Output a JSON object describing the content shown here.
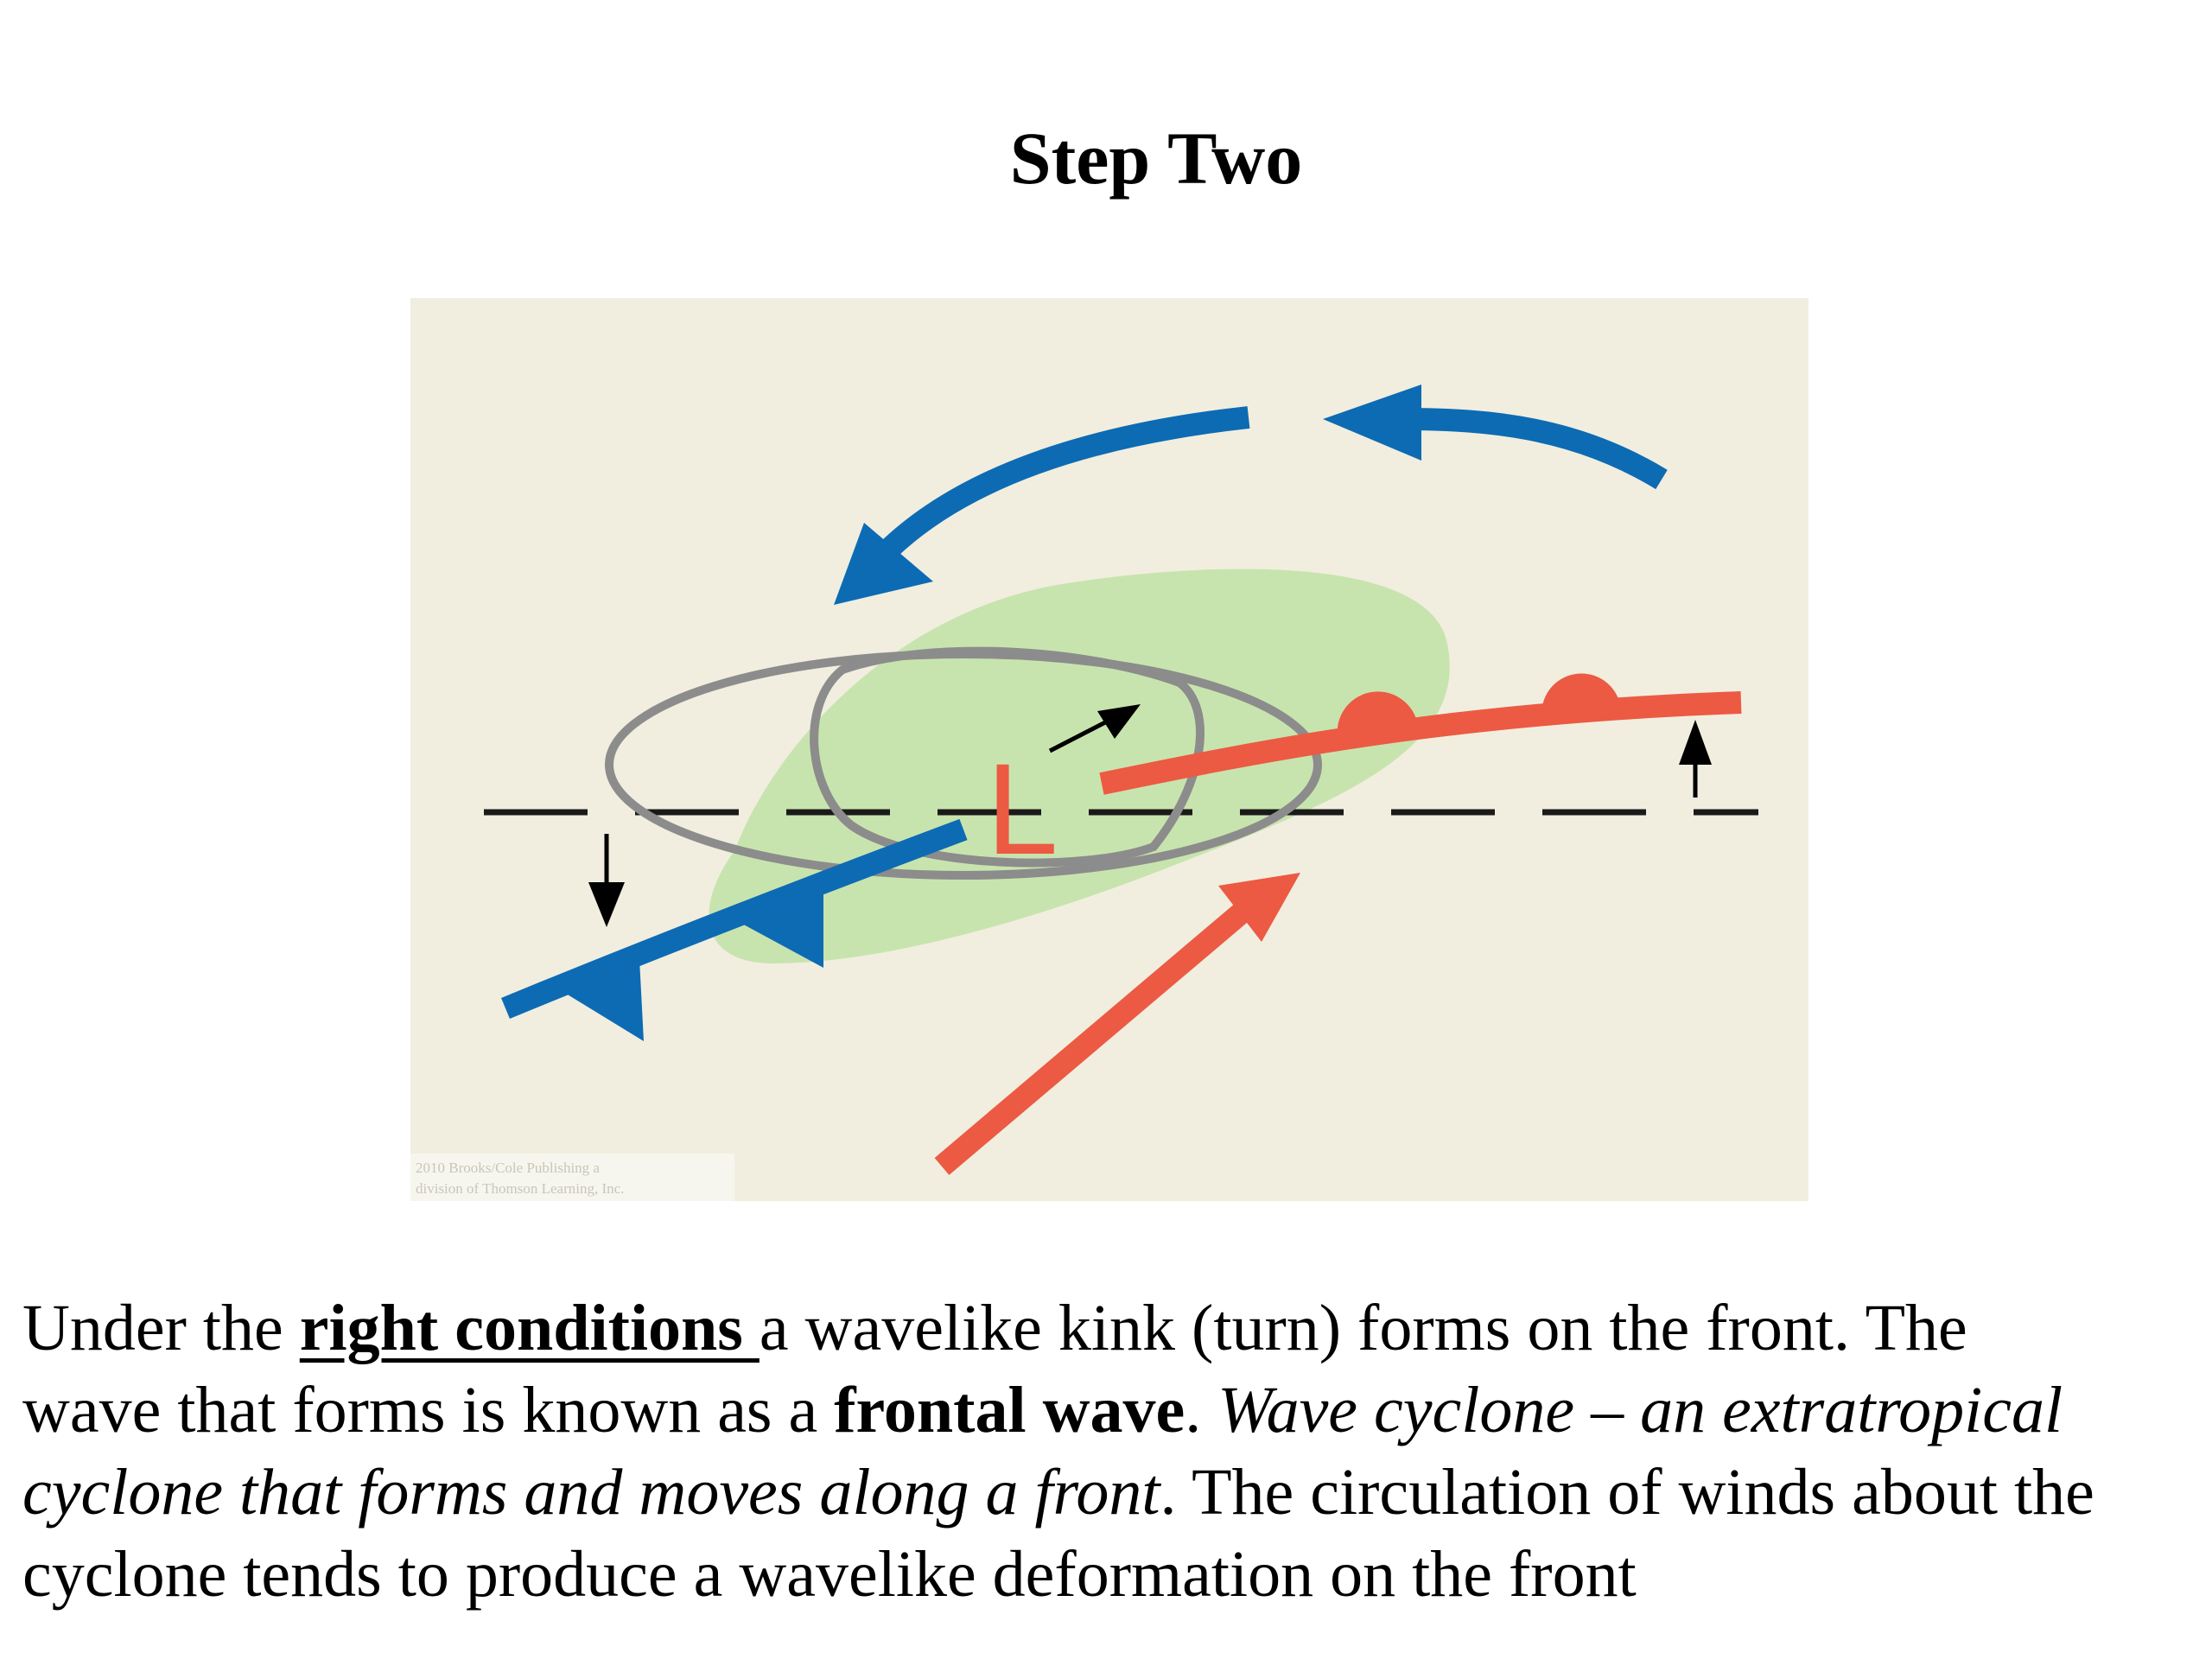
{
  "title": "Step Two",
  "diagram": {
    "low_label": "L",
    "copyright_line1": "2010 Brooks/Cole Publishing a",
    "copyright_line2": "division of Thomson Learning, Inc.",
    "colors": {
      "background": "#f1eedf",
      "precip": "#c4e3a9",
      "cold_front": "#0d6bb4",
      "warm_front": "#ec5a43",
      "low": "#ec5a43",
      "isobar": "#8c8c8c",
      "dashed_line": "#1a1a1a",
      "arrow_black": "#000000"
    }
  },
  "caption": {
    "line1_a": "Under the ",
    "line1_b": "right conditions ",
    "line1_c": "a wavelike kink (turn) forms on the front.  The",
    "line2_a": "wave that forms is known as a ",
    "line2_b": "frontal wave",
    "line2_c": ".  ",
    "line2_d": "Wave cyclone – an extratropical",
    "line3_a": "cyclone that forms and moves along a front",
    "line3_b": ".  The circulation of winds about the",
    "line4_a": "cyclone tends to produce a wavelike deformation on the front"
  }
}
